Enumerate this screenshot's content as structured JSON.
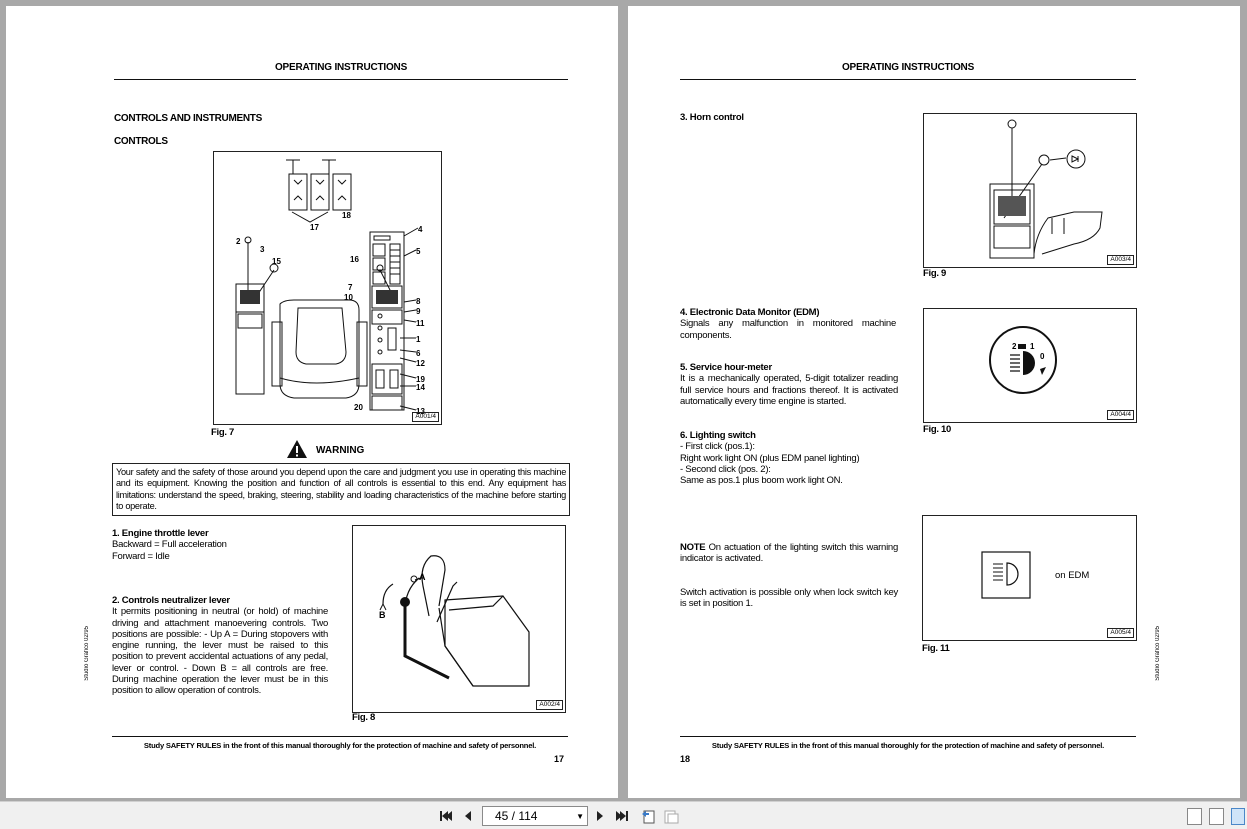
{
  "viewer": {
    "page_indicator": "45 / 114",
    "buttons": {
      "first": "first-page",
      "prev": "previous-page",
      "next": "next-page",
      "last": "last-page"
    }
  },
  "left_page": {
    "header": "OPERATING INSTRUCTIONS",
    "section_title": "CONTROLS AND INSTRUMENTS",
    "subsection": "CONTROLS",
    "fig7": {
      "label": "Fig. 7",
      "tag": "A001/4",
      "callouts": [
        "17",
        "18",
        "2",
        "3",
        "15",
        "4",
        "5",
        "16",
        "7",
        "10",
        "8",
        "9",
        "11",
        "1",
        "6",
        "12",
        "19",
        "14",
        "20",
        "13"
      ]
    },
    "warning_title": "WARNING",
    "warning_text": "Your safety and the safety of those around you depend upon the care and judgment you use in operating this machine and its equipment. Knowing the position and function of all controls is essential to this end. Any equipment has limitations: understand the speed, braking, steering, stability and loading characteristics of the machine before starting to operate.",
    "item1": {
      "title": "1. Engine throttle lever",
      "lines": [
        "Backward = Full acceleration",
        "Forward = Idle"
      ]
    },
    "item2": {
      "title": "2. Controls neutralizer lever",
      "text": "It permits positioning in neutral (or hold) of machine driving and attachment manoevering controls. Two positions are possible: - Up A = During stopovers with engine running, the lever must be raised to this position to prevent accidental actuations of any pedal, lever or control. - Down B = all controls are free. During machine operation the lever must be in this position to allow operation of controls."
    },
    "fig8": {
      "label": "Fig. 8",
      "tag": "A002/4",
      "a": "A",
      "b": "B"
    },
    "footer": "Study SAFETY RULES in the front of this manual thoroughly for the protection of machine and safety of personnel.",
    "page_number": "17",
    "side_code": "Studio Grafico 02/95"
  },
  "right_page": {
    "header": "OPERATING INSTRUCTIONS",
    "item3": {
      "title": "3. Horn control"
    },
    "fig9": {
      "label": "Fig. 9",
      "tag": "A003/4"
    },
    "item4": {
      "title": "4. Electronic Data Monitor (EDM)",
      "text": "Signals any malfunction in monitored machine components."
    },
    "item5": {
      "title": "5. Service hour-meter",
      "text": "It is a mechanically operated, 5-digit totalizer reading full service hours and fractions thereof. It is activated automatically every time engine is started."
    },
    "fig10": {
      "label": "Fig. 10",
      "tag": "A004/4",
      "pos": [
        "2",
        "1",
        "0"
      ]
    },
    "item6": {
      "title": "6. Lighting switch",
      "lines": [
        "- First click (pos.1):",
        "Right work light ON (plus EDM panel lighting)",
        "- Second click (pos. 2):",
        "Same as pos.1 plus boom work light ON."
      ]
    },
    "note": {
      "label": "NOTE",
      "text": " On actuation of the lighting switch this warning indicator is activated."
    },
    "switch_text": "Switch activation is possible only when lock switch key is set in position 1.",
    "fig11": {
      "label": "Fig. 11",
      "tag": "A005/4",
      "caption": "on EDM"
    },
    "footer": "Study SAFETY RULES in the front of this manual thoroughly for the protection of machine and safety of personnel.",
    "page_number": "18",
    "side_code": "Studio Grafico 02/95"
  }
}
